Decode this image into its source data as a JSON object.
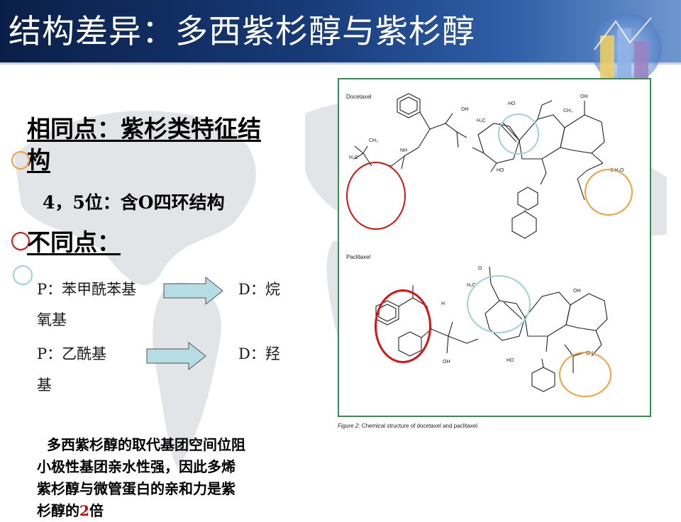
{
  "slide": {
    "title": "结构差异：多西紫杉醇与紫杉醇",
    "heading_same": "相同点：紫杉类特征结构",
    "sub_point": "4，5位：含O四环结构",
    "heading_diff": "不同点：",
    "comparisons": [
      {
        "left": "P：苯甲酰苯基",
        "right_1": "D：烷",
        "right_2": "氧基"
      },
      {
        "left": "P：乙酰基",
        "right_1": "D：羟",
        "right_2": "基"
      }
    ],
    "summary_lines": [
      "多西紫杉醇的取代基团空间位阻",
      "小极性基团亲水性强，因此多烯",
      "紫杉醇与微管蛋白的亲和力是紫",
      "杉醇的"
    ],
    "summary_highlight": "2",
    "summary_tail": "倍"
  },
  "figure": {
    "label_top": "Docetaxel",
    "label_bottom": "Paclitaxel",
    "caption_prefix": "Figure 2:",
    "caption_text": " Chemical structure of docetaxel and paclitaxel",
    "atom_labels": {
      "oh": "OH",
      "nh": "NH",
      "h": "H",
      "o": "O",
      "ho": "HO",
      "h3c": "H₃C",
      "ch3": "CH₃",
      "h2o": "·3 H₂O"
    }
  },
  "colors": {
    "title_bg": "#173a78",
    "ring_orange": "#f0a040",
    "ring_red": "#dd1111",
    "ring_teal": "#9fd3d3",
    "arrow_fill": "#b5dde3",
    "figure_border": "#3a8a5a"
  }
}
